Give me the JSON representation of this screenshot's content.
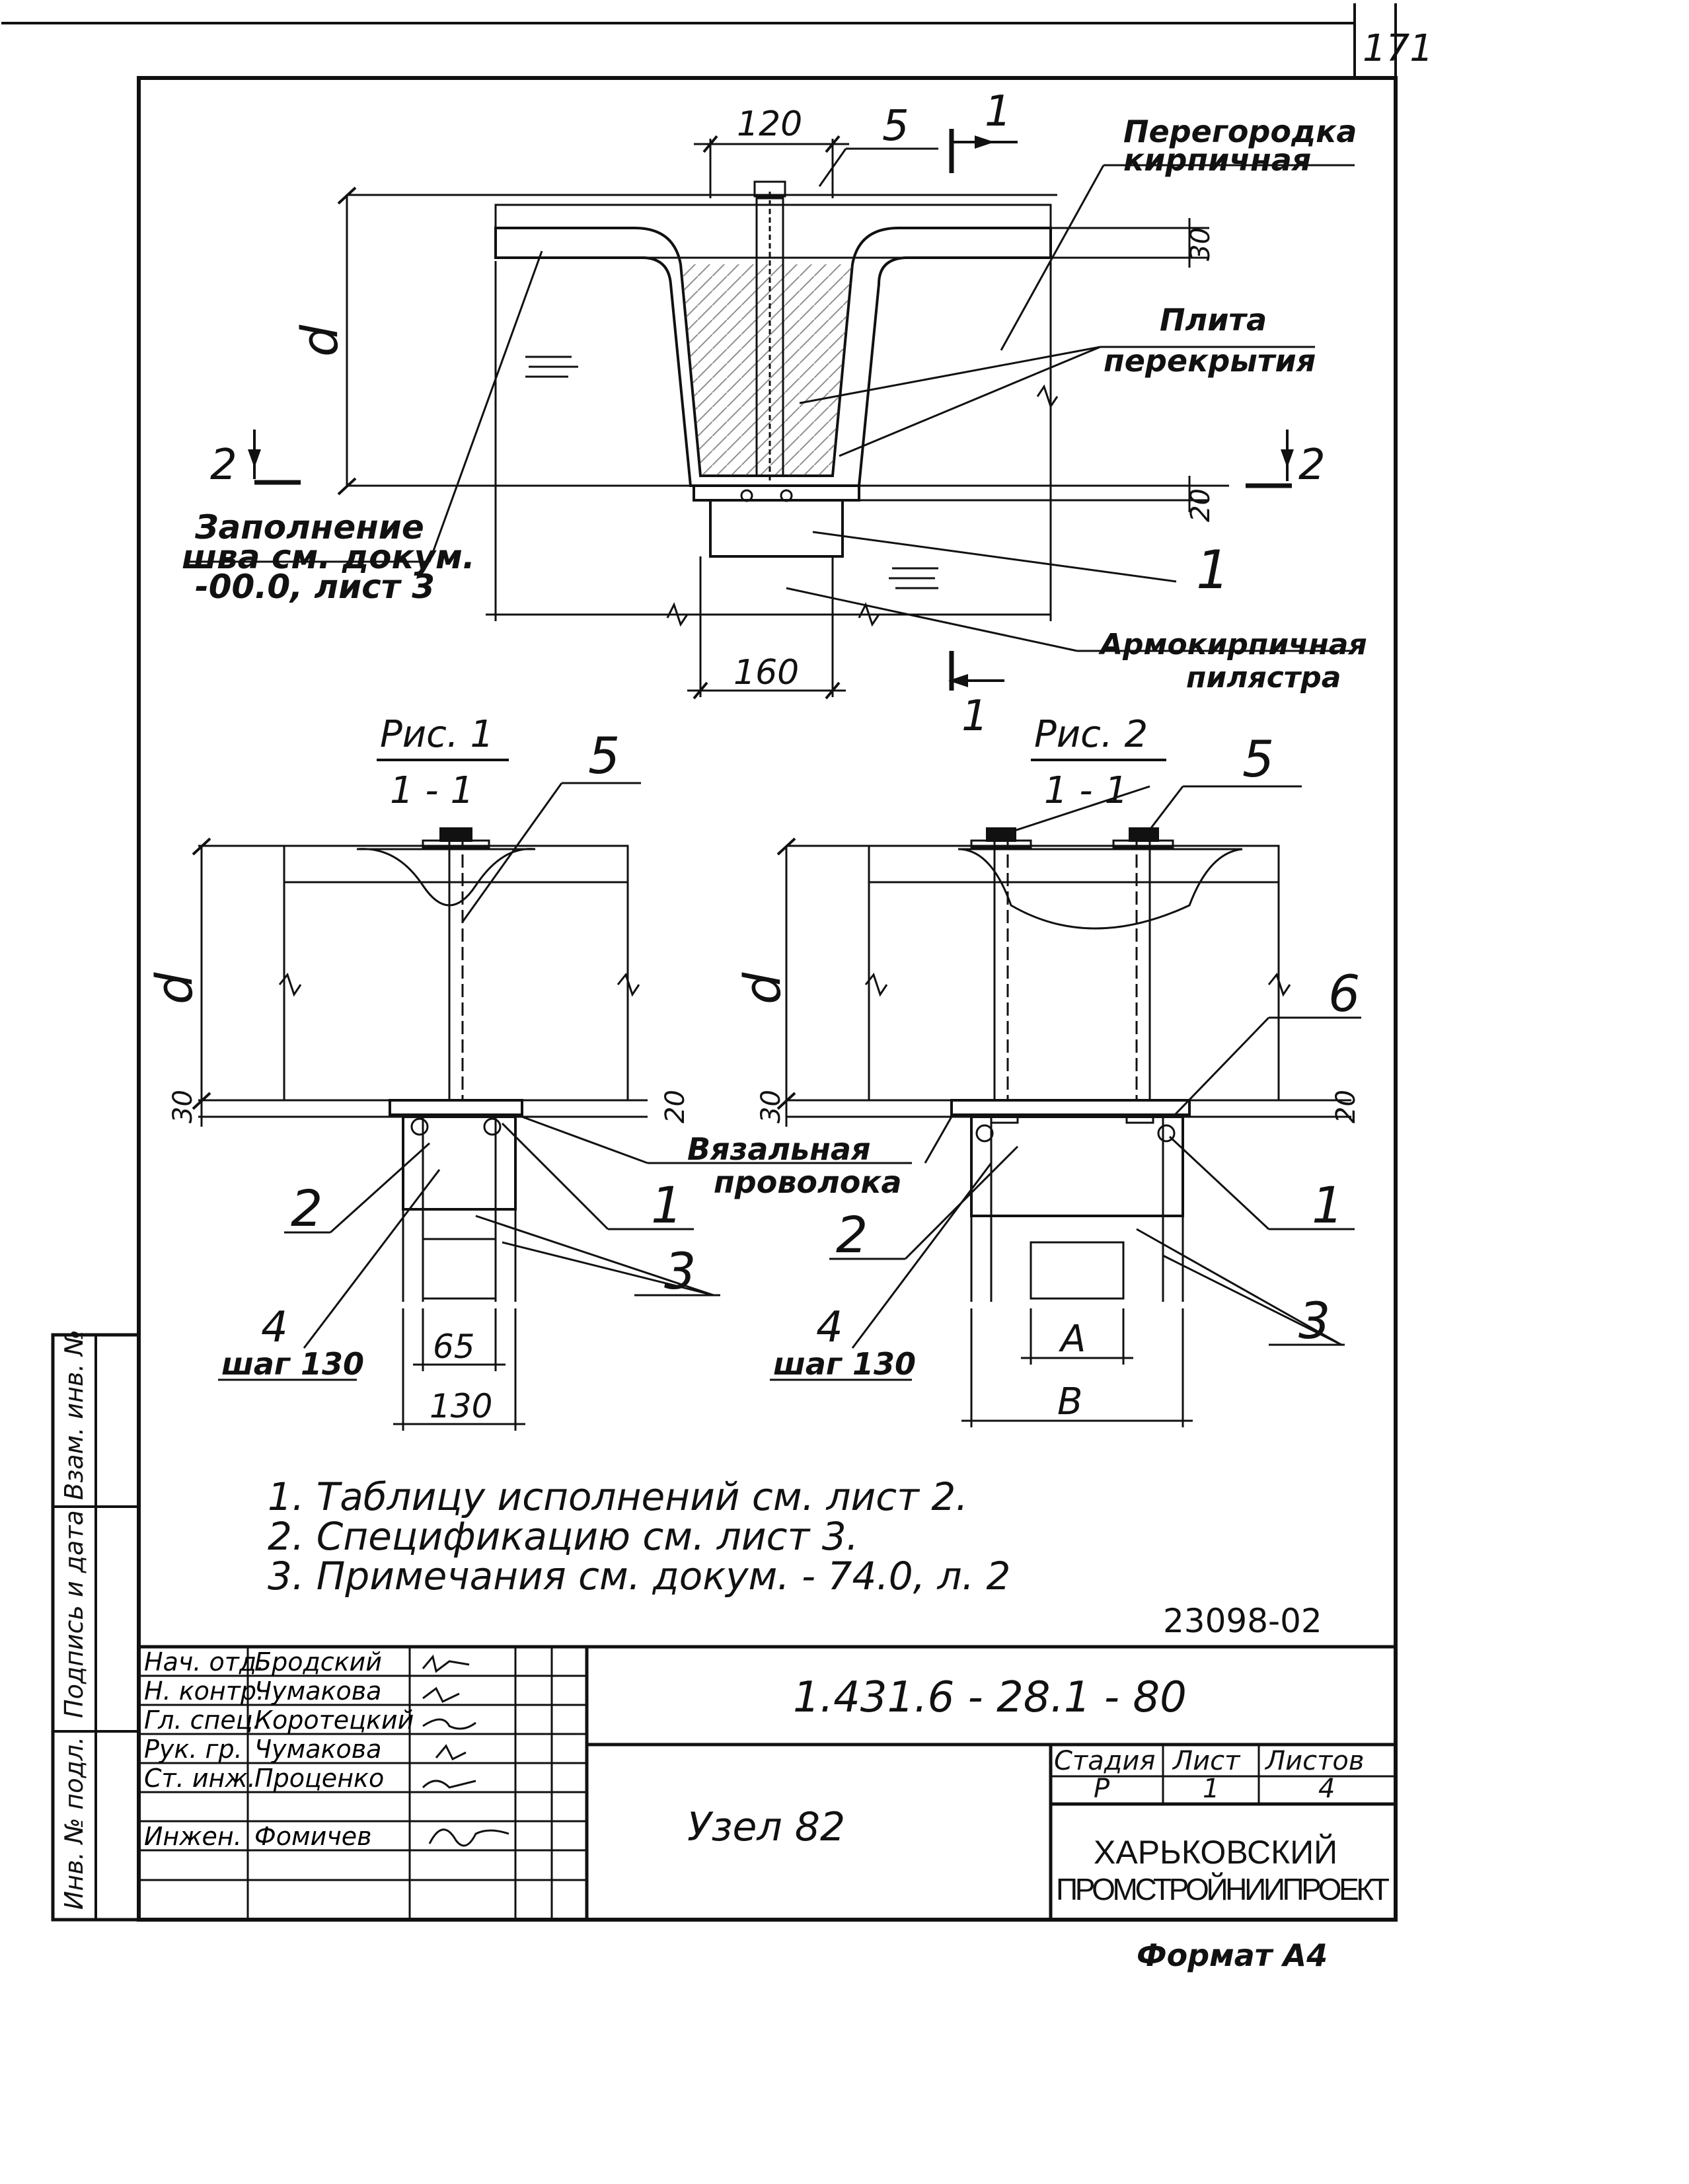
{
  "sheet_number": "171",
  "plan": {
    "dim_120": "120",
    "dim_160": "160",
    "dim_30": "30",
    "dim_20": "20",
    "dim_d": "d",
    "callout_5": "5",
    "callout_1": "1",
    "section_1": "1",
    "section_2": "2",
    "partition_label_1": "Перегородка",
    "partition_label_2": "кирпичная",
    "slab_label_1": "Плита",
    "slab_label_2": "перекрытия",
    "joint_label_1": "Заполнение",
    "joint_label_2": "шва см. докум.",
    "joint_label_3": "-00.0, лист 3",
    "pilaster_label_1": "Армокирпичная",
    "pilaster_label_2": "пилястра"
  },
  "fig1": {
    "title": "Рис. 1",
    "section": "1 - 1",
    "callout_5": "5",
    "dim_d": "d",
    "dim_30": "30",
    "dim_20": "20",
    "callout_2": "2",
    "callout_1": "1",
    "callout_3": "3",
    "callout_4": "4",
    "step": "шаг 130",
    "dim_65": "65",
    "dim_130": "130",
    "wire_label_1": "Вязальная",
    "wire_label_2": "проволока"
  },
  "fig2": {
    "title": "Рис. 2",
    "section": "1 - 1",
    "callout_5": "5",
    "callout_6": "6",
    "dim_d": "d",
    "dim_30": "30",
    "dim_20": "20",
    "callout_2": "2",
    "callout_1": "1",
    "callout_3": "3",
    "callout_4": "4",
    "step": "шаг 130",
    "dim_A": "A",
    "dim_B": "B"
  },
  "notes": [
    "1. Таблицу исполнений см. лист 2.",
    "2. Спецификацию см. лист 3.",
    "3. Примечания см. докум. - 74.0, л. 2"
  ],
  "archive_number": "23098-02",
  "side_stamp": {
    "col1": "Инв. № подл.",
    "col2": "Подпись и дата",
    "col3": "Взам. инв. №"
  },
  "stamp": {
    "rows": [
      {
        "role": "Нач. отд.",
        "name": "Бродский"
      },
      {
        "role": "Н. контр.",
        "name": "Чумакова"
      },
      {
        "role": "Гл. спец.",
        "name": "Коротецкий"
      },
      {
        "role": "Рук. гр.",
        "name": "Чумакова"
      },
      {
        "role": "Ст. инж.",
        "name": "Проценко"
      },
      {
        "role": "",
        "name": ""
      },
      {
        "role": "Инжен.",
        "name": "Фомичев"
      }
    ],
    "doc_code": "1.431.6 - 28.1 - 80",
    "title": "Узел 82",
    "stage_hdr": "Стадия",
    "sheet_hdr": "Лист",
    "sheets_hdr": "Листов",
    "stage": "Р",
    "sheet": "1",
    "sheets": "4",
    "org_1": "ХАРЬКОВСКИЙ",
    "org_2": "ПРОМСТРОЙНИИПРОЕКТ"
  },
  "format": "Формат А4"
}
